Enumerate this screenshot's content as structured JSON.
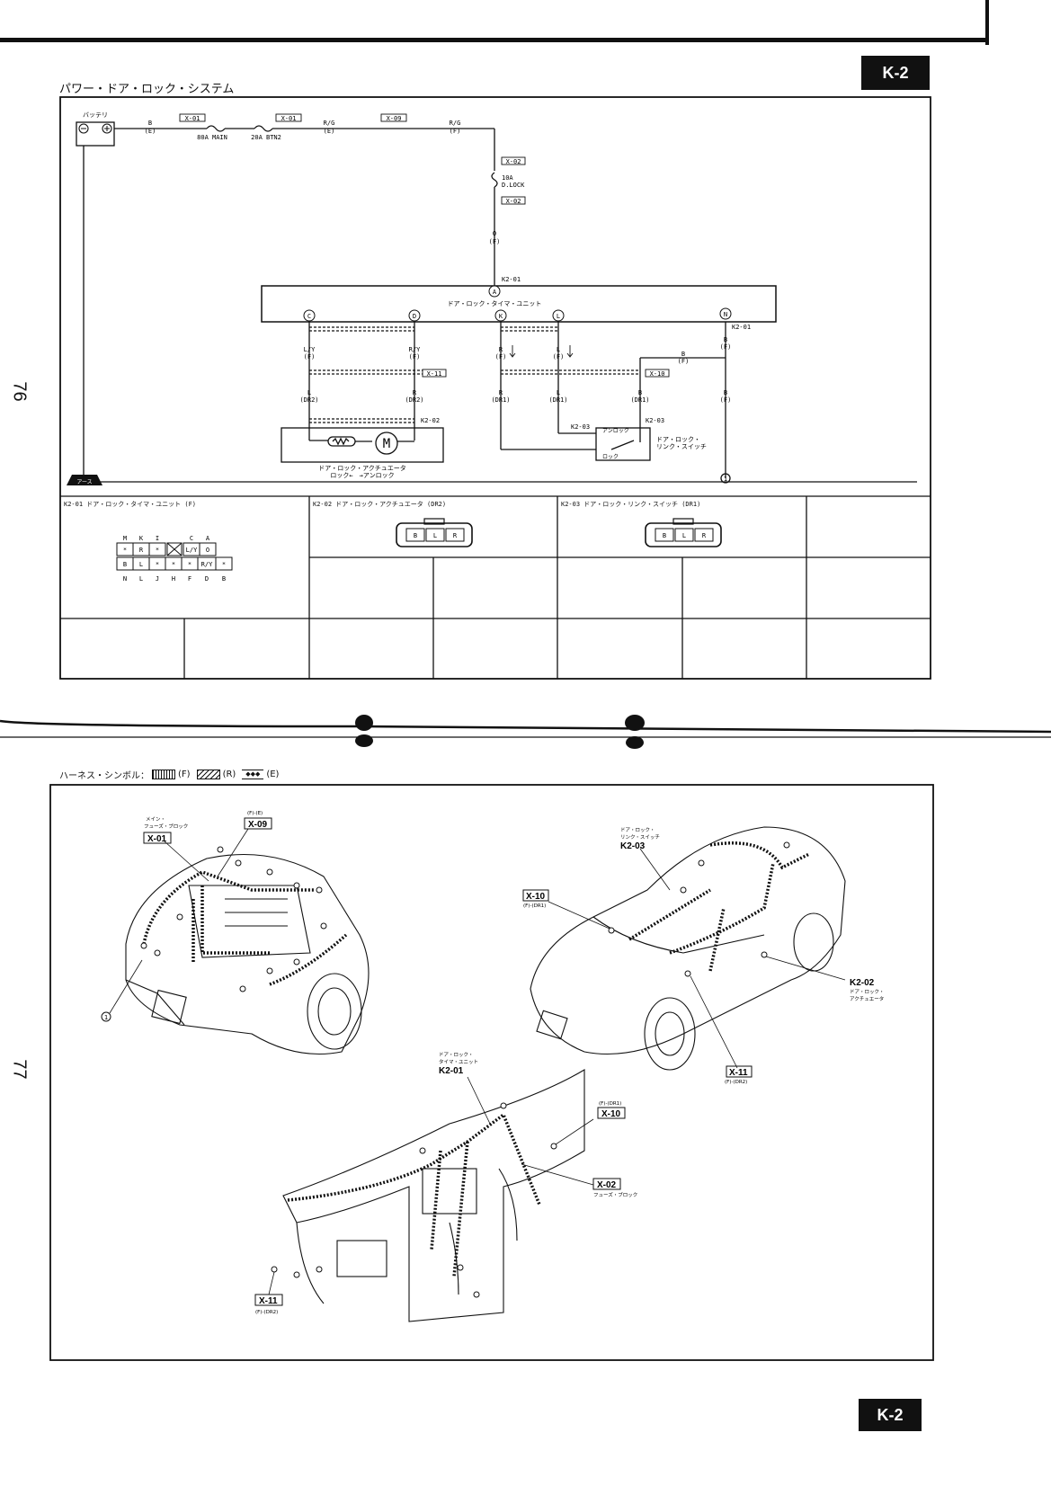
{
  "page_tag": "K-2",
  "page_tag_bottom": "K-2",
  "page_numbers": {
    "top": "76",
    "bottom": "77"
  },
  "title": "パワー・ドア・ロック・システム",
  "harness_symbol": {
    "label": "ハーネス・シンボル：",
    "f": "(F)",
    "r": "(R)",
    "e": "(E)"
  },
  "schematic": {
    "battery": "バッテリ",
    "b_e": {
      "w": "B",
      "h": "(E)"
    },
    "x01a": "X-01",
    "fuse_main": "80A MAIN",
    "x01b": "X-01",
    "fuse_btn": "20A BTN2",
    "rg_e": {
      "w": "R/G",
      "h": "(E)"
    },
    "x09": "X-09",
    "rg_f": {
      "w": "R/G",
      "h": "(F)"
    },
    "x02a": "X-02",
    "fuse_dlock": {
      "a": "10A",
      "b": "D.LOCK"
    },
    "x02b": "X-02",
    "o_f": {
      "w": "O",
      "h": "(F)"
    },
    "k201a": "K2-01",
    "pin_a": "A",
    "unit_name": "ドア・ロック・タイマ・ユニット",
    "pins": [
      "C",
      "D",
      "K",
      "L",
      "N"
    ],
    "k201b": "K2-01",
    "wires_upper": [
      {
        "w": "L/Y",
        "h": "(F)"
      },
      {
        "w": "R/Y",
        "h": "(F)"
      },
      {
        "w": "R",
        "h": "(F)"
      },
      {
        "w": "L",
        "h": "(F)"
      },
      {
        "w": "B",
        "h": "(F)"
      }
    ],
    "b_f_mid": {
      "w": "B",
      "h": "(F)"
    },
    "x11": "X-11",
    "x10": "X-10",
    "wires_lower": [
      {
        "w": "L",
        "h": "(DR2)"
      },
      {
        "w": "R",
        "h": "(DR2)"
      },
      {
        "w": "R",
        "h": "(DR1)"
      },
      {
        "w": "L",
        "h": "(DR1)"
      },
      {
        "w": "B",
        "h": "(DR1)"
      },
      {
        "w": "B",
        "h": "(F)"
      }
    ],
    "k202": "K2-02",
    "k203a": "K2-03",
    "k203b": "K2-03",
    "motor": "M",
    "actuator_name": {
      "a": "ドア・ロック・アクチュエータ",
      "b": "ロック←　→アンロック"
    },
    "switch_unlock": "アンロック",
    "switch_lock": "ロック",
    "switch_name": {
      "a": "ドア・ロック・",
      "b": "リンク・スイッチ"
    },
    "ground_label": "アース",
    "ground_num": "1"
  },
  "connectors": {
    "k201": {
      "title": "K2-01 ドア・ロック・タイマ・ユニット (F)",
      "top_letters": [
        "M",
        "K",
        "I",
        "",
        "C",
        "A"
      ],
      "row1": [
        "*",
        "R",
        "*",
        "",
        "L/Y",
        "O"
      ],
      "row2": [
        "B",
        "L",
        "*",
        "*",
        "*",
        "R/Y",
        "*"
      ],
      "bottom_letters": [
        "N",
        "L",
        "J",
        "H",
        "F",
        "D",
        "B"
      ]
    },
    "k202": {
      "title": "K2-02 ドア・ロック・アクチュエータ (DR2)",
      "pins": [
        "B",
        "L",
        "R"
      ]
    },
    "k203": {
      "title": "K2-03 ドア・ロック・リンク・スイッチ (DR1)",
      "pins": [
        "B",
        "L",
        "R"
      ]
    }
  },
  "views": {
    "front": {
      "fuse_block": {
        "a": "メイン・",
        "b": "フューズ・ブロック"
      },
      "x01": "X-01",
      "fe": "(F)-(E)",
      "x09": "X-09",
      "ground": "1"
    },
    "rear": {
      "switch": {
        "a": "ドア・ロック・",
        "b": "リンク・スイッチ"
      },
      "k203": "K2-03",
      "x10": "X-10",
      "x10_sub": "(F)-(DR1)",
      "k202": "K2-02",
      "actuator": {
        "a": "ドア・ロック・",
        "b": "アクチュエータ"
      },
      "x11": "X-11",
      "x11_sub": "(F)-(DR2)"
    },
    "dash": {
      "unit": {
        "a": "ドア・ロック・",
        "b": "タイマ・ユニット"
      },
      "k201": "K2-01",
      "x10_sub": "(F)-(DR1)",
      "x10": "X-10",
      "x02": "X-02",
      "fuse_block": "フューズ・ブロック",
      "x11": "X-11",
      "x11_sub": "(F)-(DR2)"
    }
  }
}
